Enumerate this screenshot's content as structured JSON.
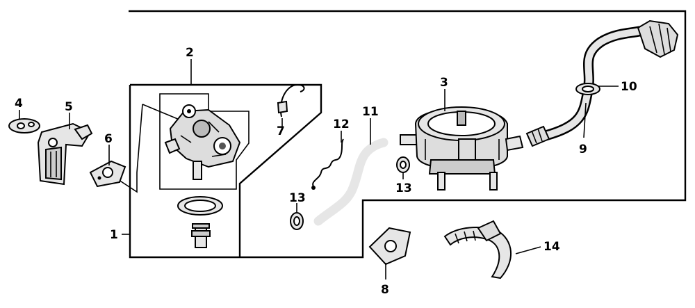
{
  "parts": [
    {
      "id": "p1",
      "number": "1"
    },
    {
      "id": "p2",
      "number": "2"
    },
    {
      "id": "p3",
      "number": "3"
    },
    {
      "id": "p4",
      "number": "4"
    },
    {
      "id": "p5",
      "number": "5"
    },
    {
      "id": "p6",
      "number": "6"
    },
    {
      "id": "p7",
      "number": "7"
    },
    {
      "id": "p8",
      "number": "8"
    },
    {
      "id": "p9",
      "number": "9"
    },
    {
      "id": "p10",
      "number": "10"
    },
    {
      "id": "p11",
      "number": "11"
    },
    {
      "id": "p12",
      "number": "12"
    },
    {
      "id": "p13a",
      "number": "13"
    },
    {
      "id": "p13b",
      "number": "13"
    },
    {
      "id": "p14",
      "number": "14"
    }
  ],
  "colors": {
    "ink": "#000000",
    "paper": "#ffffff",
    "part_fill": "#e6e6e6"
  }
}
